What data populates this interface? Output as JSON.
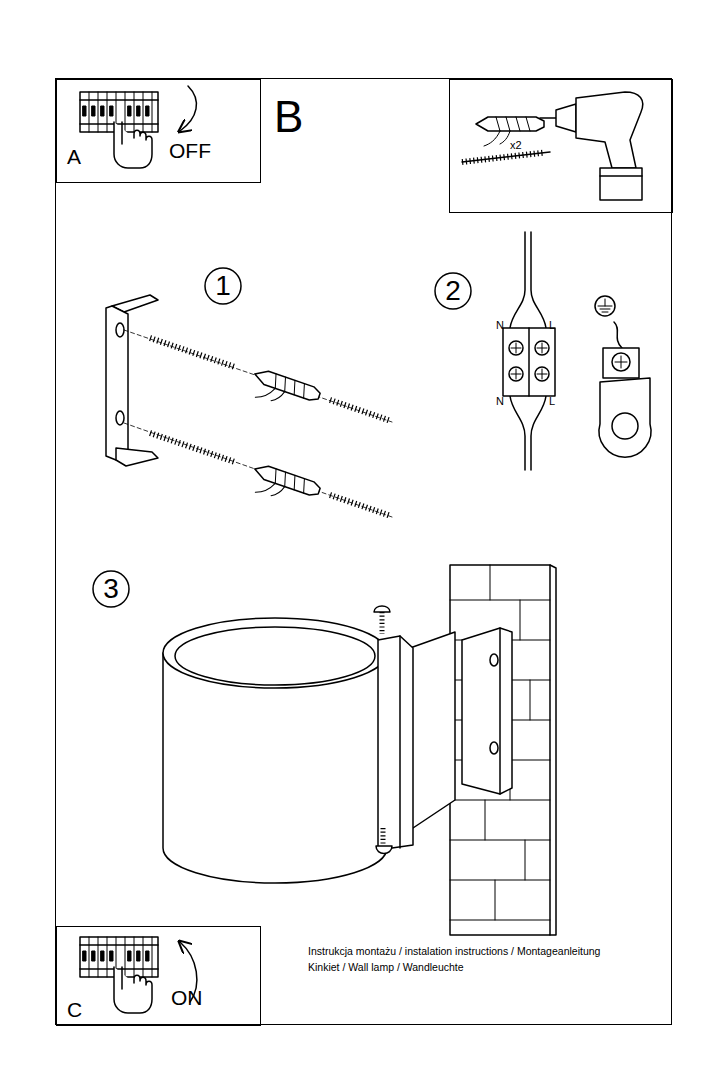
{
  "diagram": {
    "nodes": [
      {
        "text": [
          "B"
        ]
      },
      {
        "text": [
          "A",
          "OFF"
        ],
        "in": 0
      },
      {
        "text": [
          "x2"
        ],
        "in": 0
      },
      {
        "text": [
          "C",
          "ON"
        ],
        "in": 0
      },
      {
        "text": [
          "1"
        ],
        "in": 0
      },
      {
        "text": [
          "2"
        ],
        "in": 0
      },
      {
        "text": [
          "3"
        ],
        "in": 0
      }
    ],
    "labels": [
      "N",
      "L",
      "N",
      "L",
      "Instrukcja montażu / instalation instructions / Montageanleitung",
      "Kinkiet / Wall lamp / Wandleuchte"
    ]
  }
}
